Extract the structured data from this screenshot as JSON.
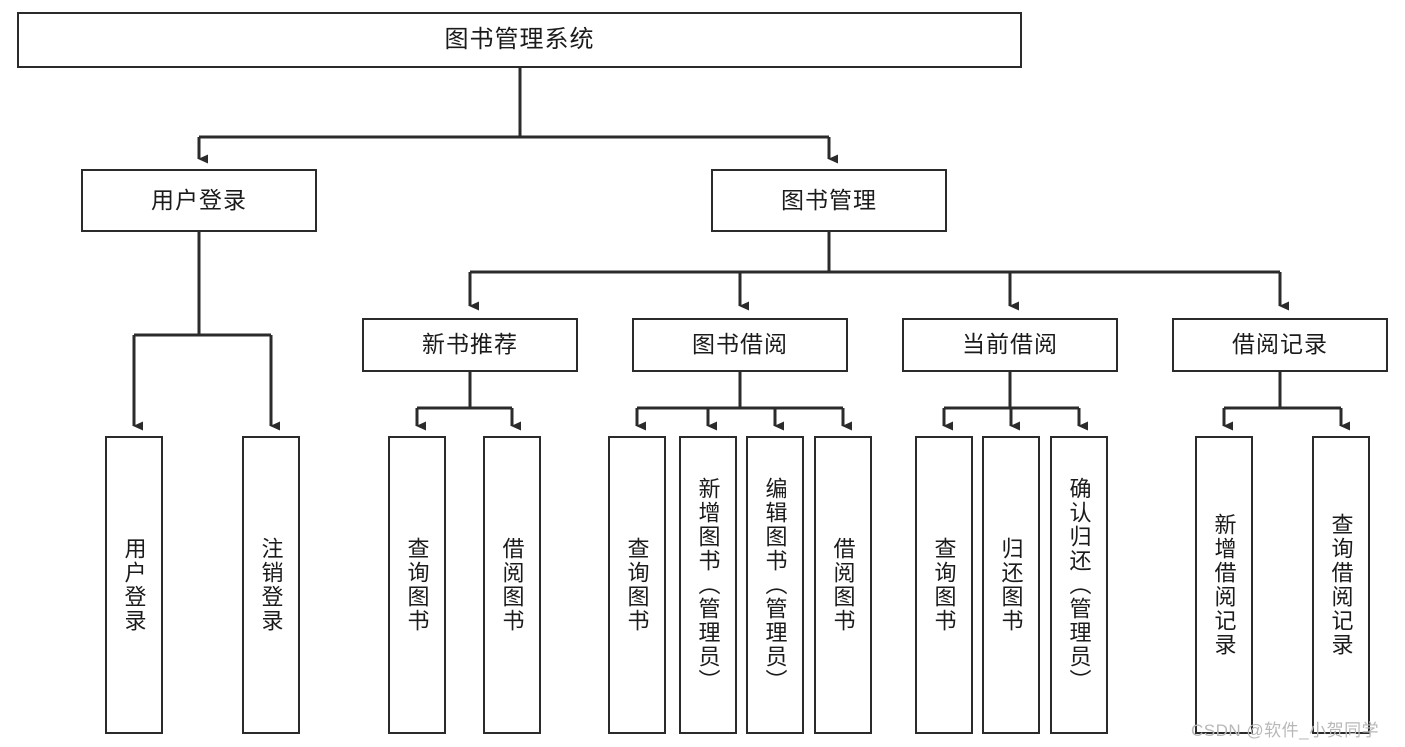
{
  "diagram": {
    "title": "图书管理系统",
    "type": "tree-hierarchy-chart",
    "watermark": "CSDN @软件_小贺同学",
    "nodes": {
      "root": {
        "label": "图书管理系统"
      },
      "level2": [
        {
          "label": "用户登录"
        },
        {
          "label": "图书管理"
        }
      ],
      "level3": [
        {
          "label": "新书推荐"
        },
        {
          "label": "图书借阅"
        },
        {
          "label": "当前借阅"
        },
        {
          "label": "借阅记录"
        }
      ],
      "leaves": {
        "user_login": [
          {
            "label": "用户登录"
          },
          {
            "label": "注销登录"
          }
        ],
        "new_book_recommend": [
          {
            "label": "查询图书"
          },
          {
            "label": "借阅图书"
          }
        ],
        "book_borrow": [
          {
            "label": "查询图书"
          },
          {
            "label": "新增图书（管理员）"
          },
          {
            "label": "编辑图书（管理员）"
          },
          {
            "label": "借阅图书"
          }
        ],
        "current_borrow": [
          {
            "label": "查询图书"
          },
          {
            "label": "归还图书"
          },
          {
            "label": "确认归还（管理员）"
          }
        ],
        "borrow_record": [
          {
            "label": "新增借阅记录"
          },
          {
            "label": "查询借阅记录"
          }
        ]
      }
    },
    "colors": {
      "border": "#2b2b2b",
      "text": "#1b1b1b",
      "background": "#ffffff",
      "watermark": "#b8b8b8"
    }
  }
}
